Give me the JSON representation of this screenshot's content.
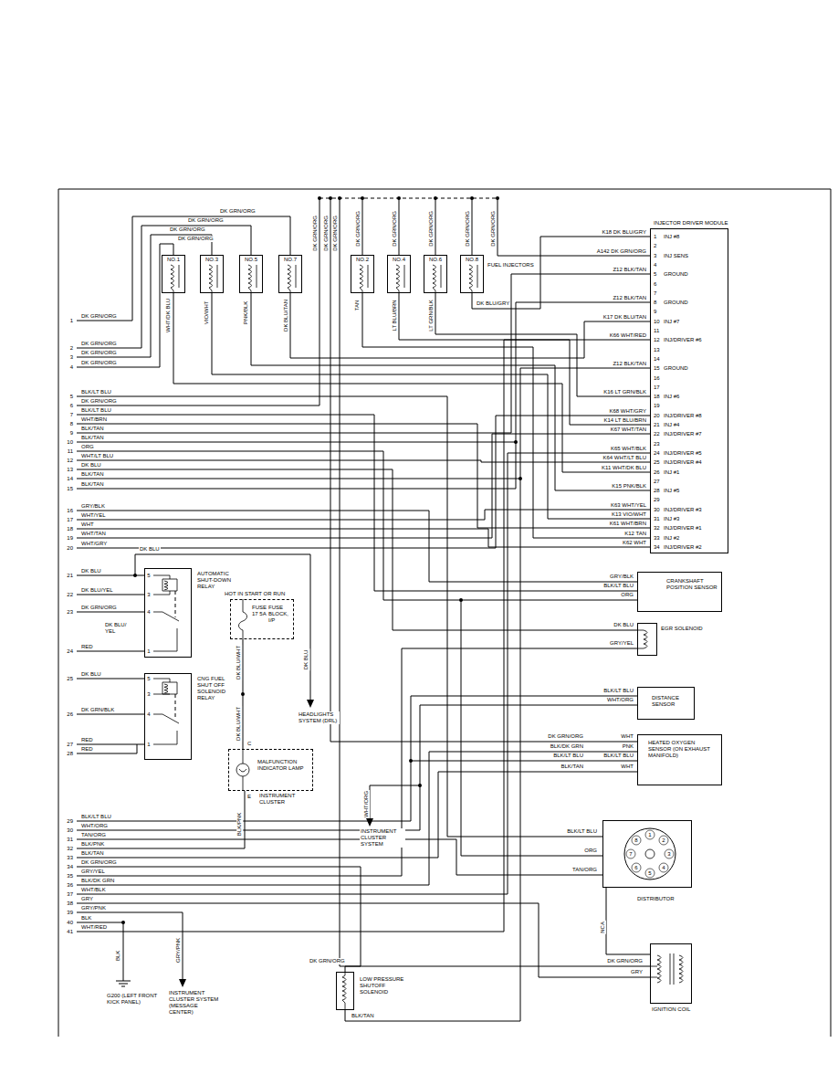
{
  "diagram": {
    "nodes": [
      {
        "text": [
          "NO.1"
        ]
      },
      {
        "text": [
          "NO.3"
        ]
      },
      {
        "text": [
          "NO.5"
        ]
      },
      {
        "text": [
          "NO.7"
        ]
      },
      {
        "text": [
          "NO.2"
        ]
      },
      {
        "text": [
          "NO.4"
        ]
      },
      {
        "text": [
          "NO.6"
        ]
      },
      {
        "text": [
          "NO.8"
        ]
      },
      {
        "text": [
          "INJECTOR DRIVER MODULE"
        ]
      },
      {
        "text": [
          "AUTOMATIC SHUT-DOWN RELAY"
        ]
      },
      {
        "text": [
          "HOT IN START OR RUN",
          "FUSE 17 5A",
          "FUSE BLOCK, I/P"
        ]
      },
      {
        "text": [
          "CRANKSHAFT POSITION SENSOR"
        ]
      },
      {
        "text": [
          "EGR SOLENOID"
        ]
      },
      {
        "text": [
          "CNG FUEL SHUT OFF SOLENOID RELAY"
        ]
      },
      {
        "text": [
          "DISTANCE SENSOR"
        ]
      },
      {
        "text": [
          "HEATED OXYGEN SENSOR (ON EXHAUST MANIFOLD)"
        ]
      },
      {
        "text": [
          "MALFUNCTION INDICATOR LAMP",
          "INSTRUMENT CLUSTER"
        ]
      },
      {
        "text": [
          "DISTRIBUTOR"
        ]
      },
      {
        "text": [
          "IGNITION COIL"
        ]
      },
      {
        "text": [
          "LOW PRESSURE SHUTOFF SOLENOID"
        ]
      }
    ],
    "edges": [
      {
        "from": 0,
        "to": 8,
        "arrow": "none"
      },
      {
        "from": 1,
        "to": 8,
        "arrow": "none"
      },
      {
        "from": 2,
        "to": 8,
        "arrow": "none"
      },
      {
        "from": 3,
        "to": 8,
        "arrow": "none"
      },
      {
        "from": 4,
        "to": 8,
        "arrow": "none"
      },
      {
        "from": 5,
        "to": 8,
        "arrow": "none"
      },
      {
        "from": 6,
        "to": 8,
        "arrow": "none"
      },
      {
        "from": 7,
        "to": 8,
        "arrow": "none"
      },
      {
        "from": 10,
        "to": 16,
        "arrow": "none"
      },
      {
        "from": 17,
        "to": 18,
        "arrow": "none"
      }
    ],
    "labels": [
      "1",
      "DK GRN/ORG",
      "2",
      "DK GRN/ORG",
      "3",
      "DK GRN/ORG",
      "4",
      "DK GRN/ORG",
      "5",
      "BLK/LT BLU",
      "6",
      "DK GRN/ORG",
      "7",
      "BLK/LT BLU",
      "8",
      "WHT/BRN",
      "9",
      "BLK/TAN",
      "10",
      "BLK/TAN",
      "11",
      "ORG",
      "12",
      "WHT/LT BLU",
      "13",
      "DK BLU",
      "14",
      "BLK/TAN",
      "15",
      "BLK/TAN",
      "16",
      "GRY/BLK",
      "17",
      "WHT/YEL",
      "18",
      "WHT",
      "19",
      "WHT/TAN",
      "20",
      "WHT/GRY",
      "21",
      "DK BLU",
      "22",
      "DK BLU/YEL",
      "23",
      "DK GRN/ORG",
      "24",
      "RED",
      "25",
      "DK BLU",
      "26",
      "DK GRN/BLK",
      "27",
      "RED",
      "28",
      "RED",
      "29",
      "BLK/LT BLU",
      "30",
      "WHT/ORG",
      "31",
      "TAN/ORG",
      "32",
      "BLK/PNK",
      "33",
      "BLK/TAN",
      "34",
      "DK GRN/ORG",
      "35",
      "GRY/YEL",
      "36",
      "BLK/DK GRN",
      "37",
      "WHT/BLK",
      "38",
      "GRY",
      "39",
      "GRY/PNK",
      "40",
      "BLK",
      "41",
      "WHT/RED",
      "K18 DK BLU/GRY",
      "1",
      "INJ #8",
      "2",
      "A142 DK GRN/ORG",
      "3",
      "INJ SENS",
      "4",
      "Z12 BLK/TAN",
      "5",
      "GROUND",
      "6",
      "7",
      "Z12 BLK/TAN",
      "8",
      "GROUND",
      "9",
      "K17 DK BLU/TAN",
      "10",
      "INJ #7",
      "11",
      "K66 WHT/RED",
      "12",
      "INJ/DRIVER #6",
      "13",
      "14",
      "Z12 BLK/TAN",
      "15",
      "GROUND",
      "16",
      "17",
      "K16 LT GRN/BLK",
      "18",
      "INJ #6",
      "19",
      "K68 WHT/GRY",
      "20",
      "INJ/DRIVER #8",
      "K14 LT BLU/BRN",
      "21",
      "INJ #4",
      "K67 WHT/TAN",
      "22",
      "INJ/DRIVER #7",
      "23",
      "K65 WHT/BLK",
      "24",
      "INJ/DRIVER #5",
      "K64 WHT/LT BLU",
      "25",
      "INJ/DRIVER #4",
      "K11 WHT/DK BLU",
      "26",
      "INJ #1",
      "27",
      "K15 PNK/BLK",
      "28",
      "INJ #5",
      "29",
      "K63 WHT/YEL",
      "30",
      "INJ/DRIVER #3",
      "K13 VIO/WHT",
      "31",
      "INJ #3",
      "K61 WHT/BRN",
      "32",
      "INJ/DRIVER #1",
      "K12 TAN",
      "33",
      "INJ #2",
      "K62 WHT",
      "34",
      "INJ/DRIVER #2",
      "DK GRN/ORG",
      "DK GRN/ORG",
      "DK GRN/ORG",
      "DK GRN/ORG",
      "DK GRN/ORG",
      "DK GRN/ORG",
      "DK GRN/ORG",
      "DK GRN/ORG",
      "DK GRN/ORG",
      "DK GRN/ORG",
      "DK GRN/ORG",
      "DK GRN/ORG",
      "FUEL INJECTORS",
      "WHT/DK BLU",
      "VIO/WHT",
      "PNK/BLK",
      "DK BLU/TAN",
      "TAN",
      "LT BLU/BRN",
      "LT GRN/BLK",
      "DK BLU/GRY",
      "GRY/BLK",
      "BLK/LT BLU",
      "ORG",
      "DK BLU",
      "GRY/YEL",
      "BLK/LT BLU",
      "WHT/ORG",
      "DK GRN/ORG",
      "BLK/DK GRN",
      "BLK/LT BLU",
      "BLK/TAN",
      "WHT",
      "PNK",
      "BLK/LT BLU",
      "WHT",
      "BLK/LT BLU",
      "ORG",
      "TAN/ORG",
      "1",
      "2",
      "3",
      "4",
      "5",
      "6",
      "7",
      "8",
      "NCA",
      "DK GRN/ORG",
      "GRY",
      "5",
      "3",
      "4",
      "1",
      "DK BLU",
      "DK BLU/ YEL",
      "5",
      "3",
      "4",
      "1",
      "DK BLU",
      "HEADLIGHTS SYSTEM (DRL)",
      "DK BLU/WHT",
      "DK BLU/WHT",
      "C",
      "E",
      "BLK/PNK",
      "WHT/ORG",
      "INSTRUMENT CLUSTER SYSTEM",
      "BLK",
      "G200 (LEFT FRONT KICK PANEL)",
      "GRY/PNK",
      "INSTRUMENT CLUSTER SYSTEM (MESSAGE CENTER)",
      "DK GRN/ORG",
      "BLK/TAN"
    ]
  }
}
